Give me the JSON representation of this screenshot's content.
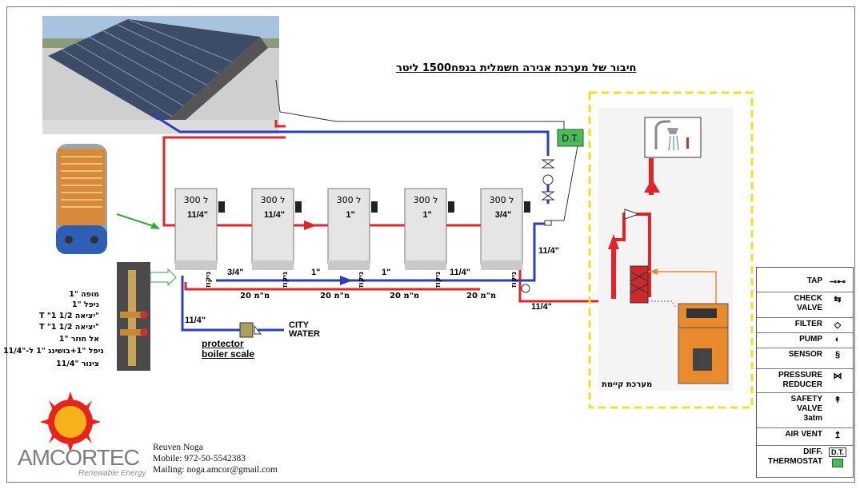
{
  "title": "חיבור של מערכת אגירה חשמלית בנפח1500 ליטר",
  "tanks": [
    {
      "volume_label": "300 ל",
      "inlet_size": "11/4\""
    },
    {
      "volume_label": "300 ל",
      "inlet_size": "11/4\""
    },
    {
      "volume_label": "300 ל",
      "inlet_size": "1\""
    },
    {
      "volume_label": "300 ל",
      "inlet_size": "1\""
    },
    {
      "volume_label": "300 ל",
      "inlet_size": "3/4\""
    }
  ],
  "pipe_labels": {
    "cold_between": [
      "3/4\"",
      "1\"",
      "1\"",
      "11/4\""
    ],
    "cold_main": "11/4\"",
    "hot_out": "11/4\"",
    "supply_left": "11/4\"",
    "mm_labels": [
      "20 מ\"מ",
      "20 מ\"מ",
      "20 מ\"מ",
      "20 מ\"מ"
    ],
    "drain_label": "ניקוז"
  },
  "dt_label": "D.T.",
  "city_water": "CITY\nWATER",
  "city_water_line1": "CITY",
  "city_water_line2": "WATER",
  "protector_line1": "protector",
  "protector_line2": "boiler scale",
  "existing_system": "מערכת קיימת",
  "side_labels": [
    "מופה \"1",
    "ניפל \"1",
    "T \"1 יציאה 1/2\"",
    "T \"1 יציאה 1/2\"",
    "אל חוזר \"1",
    "ניפל \"1+בושינג \"1 ל-\"11/4",
    "צינור \"11/4"
  ],
  "legend": [
    {
      "label": "TAP",
      "icon": "tap-icon"
    },
    {
      "label": "CHECK\nVALVE",
      "label_lines": [
        "CHECK",
        "VALVE"
      ],
      "icon": "check-valve-icon"
    },
    {
      "label": "FILTER",
      "icon": "filter-icon"
    },
    {
      "label": "PUMP",
      "icon": "pump-icon"
    },
    {
      "label": "SENSOR",
      "icon": "sensor-icon"
    },
    {
      "label_lines": [
        "PRESSURE",
        "REDUCER"
      ],
      "icon": "pressure-reducer-icon"
    },
    {
      "label_lines": [
        "SAFETY",
        "VALVE",
        "3atm"
      ],
      "icon": "safety-valve-icon"
    },
    {
      "label": "AIR VENT",
      "icon": "air-vent-icon"
    },
    {
      "label_lines": [
        "DIFF.",
        "THERMOSTAT"
      ],
      "icon": "diff-thermostat-icon",
      "icon_text": "D.T."
    }
  ],
  "brand": {
    "name": "AMCORTEC",
    "tagline": "Renewable Energy",
    "color_text": "#7d7f85",
    "color_sun": "#e8231c",
    "color_sun_core": "#f6b21b"
  },
  "contact": {
    "name": "Reuven   Noga",
    "mobile": "Mobile: 972-50-5542383",
    "mailing": "Mailing: noga.amcor@gmail.com"
  },
  "colors": {
    "hot": "#e2242a",
    "cold": "#2a3fbd",
    "dashed_box": "#f2e21b",
    "tank_fill": "#e5e5e5",
    "dt_fill": "#4cba5a",
    "arrow_green": "#3aa63a",
    "heater": "#e98a2c"
  }
}
